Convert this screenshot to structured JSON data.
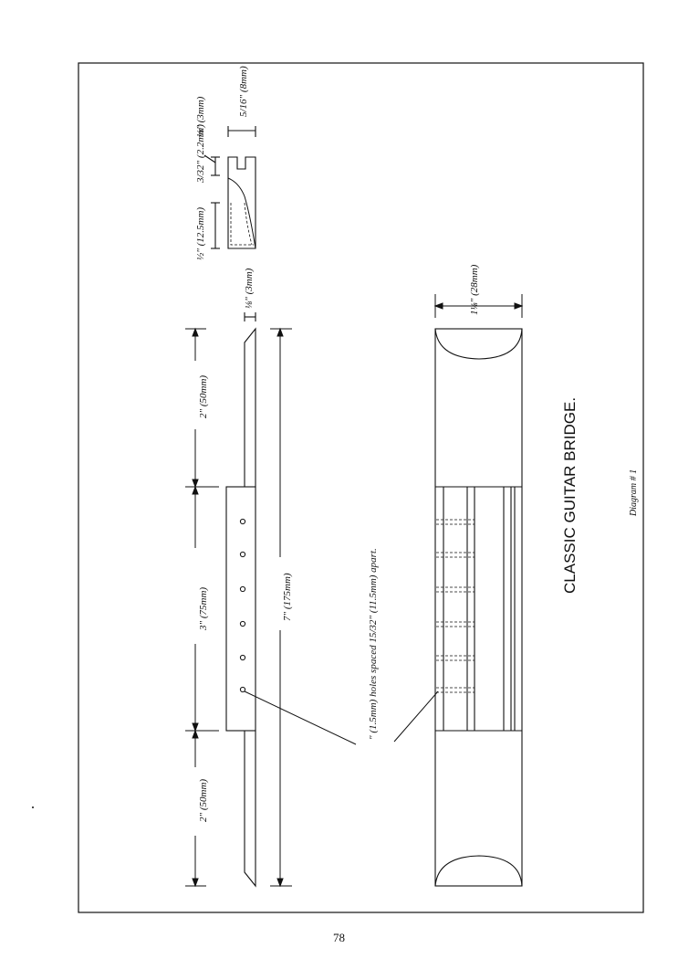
{
  "title": "CLASSIC GUITAR BRIDGE.",
  "caption": "Diagram # 1",
  "page_number": "78",
  "dimensions": {
    "thickness": "⅛\" (3mm)",
    "wing_left": "2\" (50mm)",
    "center": "3\" (75mm)",
    "wing_right": "2\" (50mm)",
    "overall": "7\" (175mm)",
    "holes_note": "\" (1.5mm) holes spaced 15/32\" (11.5mm) apart.",
    "width": "1⅛\" (28mm)",
    "section_tall": "½\" (12.5mm)",
    "section_mid": "3/32\" (2.2mm)",
    "section_slot": "⅛\" (3mm)",
    "section_width": "5/16\" (8mm)"
  },
  "colors": {
    "ink": "#111111",
    "paper": "#ffffff"
  }
}
